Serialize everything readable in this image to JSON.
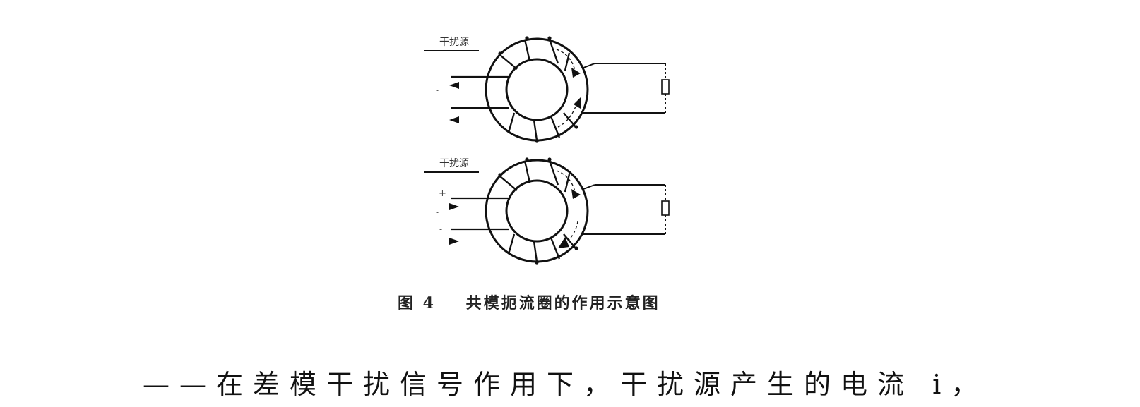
{
  "figure": {
    "top_panel": {
      "source_label": "干扰源",
      "polarity_marks": [
        "-",
        "-"
      ]
    },
    "bottom_panel": {
      "source_label": "干扰源",
      "polarity_marks": [
        "+",
        "-",
        "-"
      ]
    }
  },
  "caption": {
    "number": "图 4",
    "title": "共模扼流圈的作用示意图"
  },
  "body_text": {
    "line": "——在差模干扰信号作用下，干扰源产生的电流 i，"
  },
  "colors": {
    "ink": "#111111",
    "background": "#ffffff"
  }
}
